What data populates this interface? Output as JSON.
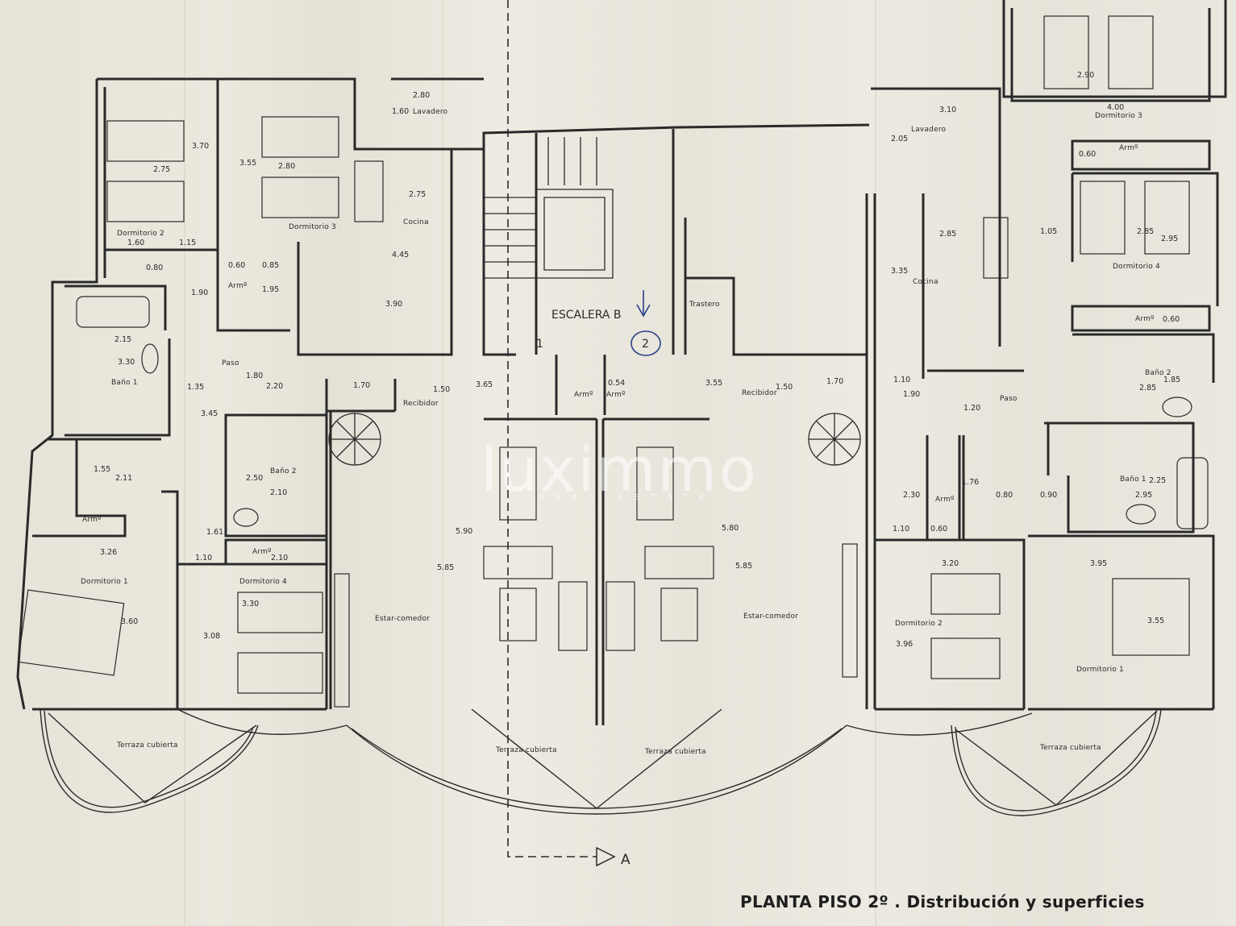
{
  "title": "PLANTA PISO 2º . Distribución y superficies",
  "watermark": {
    "brand": "luximmo",
    "tagline": "REAL ESTATE"
  },
  "stair": {
    "label": "ESCALERA B",
    "door_1": "1",
    "door_2": "2",
    "storage": "Trastero"
  },
  "section_marker": "A",
  "colors": {
    "paper": "#e9e6dc",
    "ink": "#2a2a2a",
    "handmark": "#2b3f8a"
  },
  "left_unit": {
    "rooms": [
      {
        "name": "Dormitorio 2",
        "dims": [
          "3.70",
          "2.75",
          "1.60",
          "1.15",
          "0.80"
        ]
      },
      {
        "name": "Dormitorio 3",
        "dims": [
          "3.55",
          "2.80"
        ]
      },
      {
        "name": "Lavadero",
        "dims": [
          "2.80",
          "1.60"
        ]
      },
      {
        "name": "Cocina",
        "dims": [
          "2.75",
          "4.45",
          "3.90"
        ]
      },
      {
        "name": "Armº",
        "dims": [
          "0.60",
          "0.85",
          "1.95"
        ]
      },
      {
        "name": "Baño 1",
        "dims": [
          "2.15",
          "3.30"
        ]
      },
      {
        "name": "Paso",
        "dims": [
          "1.90",
          "1.80",
          "1.35",
          "2.20",
          "3.45"
        ]
      },
      {
        "name": "Recibidor",
        "dims": [
          "1.70",
          "1.50",
          "3.65"
        ]
      },
      {
        "name": "Baño 2",
        "dims": [
          "2.50",
          "2.10"
        ]
      },
      {
        "name": "Armº (pasillo)",
        "dims": [
          "1.55",
          "2.11"
        ]
      },
      {
        "name": "Armº (dorm. 4)",
        "dims": [
          "2.10",
          "1.10",
          "1.61"
        ]
      },
      {
        "name": "Dormitorio 1",
        "dims": [
          "3.26",
          "3.60"
        ]
      },
      {
        "name": "Dormitorio 4",
        "dims": [
          "3.30",
          "3.08"
        ]
      },
      {
        "name": "Estar-comedor",
        "dims": [
          "5.90",
          "5.85"
        ]
      },
      {
        "name": "Terraza cubierta",
        "dims": []
      },
      {
        "name": "Terraza cubierta (salón)",
        "dims": []
      }
    ]
  },
  "right_unit": {
    "rooms": [
      {
        "name": "Dormitorio 3",
        "dims": [
          "2.90",
          "4.00",
          "0.60"
        ]
      },
      {
        "name": "Lavadero",
        "dims": [
          "3.10",
          "2.05"
        ]
      },
      {
        "name": "Cocina",
        "dims": [
          "2.85",
          "3.35"
        ]
      },
      {
        "name": "Dormitorio 4",
        "dims": [
          "1.05",
          "2.85",
          "2.95",
          "0.60"
        ]
      },
      {
        "name": "Baño 2",
        "dims": [
          "1.85",
          "2.85"
        ]
      },
      {
        "name": "Paso",
        "dims": [
          "1.10",
          "1.90",
          "1.20"
        ]
      },
      {
        "name": "Recibidor",
        "dims": [
          "3.55",
          "1.50",
          "1.70"
        ]
      },
      {
        "name": "Armº",
        "dims": [
          "0.54",
          "2.30",
          "1.76",
          "1.10",
          "0.60"
        ]
      },
      {
        "name": "Baño 1",
        "dims": [
          "2.25",
          "0.80",
          "0.90",
          "2.95"
        ]
      },
      {
        "name": "Estar-comedor",
        "dims": [
          "5.80",
          "5.85"
        ]
      },
      {
        "name": "Dormitorio 2",
        "dims": [
          "3.20",
          "3.96"
        ]
      },
      {
        "name": "Dormitorio 1",
        "dims": [
          "3.95",
          "3.55"
        ]
      },
      {
        "name": "Terraza cubierta",
        "dims": []
      },
      {
        "name": "Terraza cubierta (salón)",
        "dims": []
      }
    ]
  },
  "labels": {
    "l_dorm2": "Dormitorio 2",
    "l_dorm3": "Dormitorio 3",
    "l_lav": "Lavadero",
    "l_cocina": "Cocina",
    "l_arm": "Armº",
    "l_bano1": "Baño 1",
    "l_paso": "Paso",
    "l_recib": "Recibidor",
    "l_bano2": "Baño 2",
    "l_arm2": "Armº",
    "l_arm3": "Armº",
    "l_dorm1": "Dormitorio 1",
    "l_dorm4": "Dormitorio 4",
    "l_estar": "Estar-comedor",
    "l_terr1": "Terraza cubierta",
    "l_terr2": "Terraza cubierta",
    "r_dorm3": "Dormitorio 3",
    "r_lav": "Lavadero",
    "r_cocina": "Cocina",
    "r_dorm4": "Dormitorio 4",
    "r_arm1": "Armº",
    "r_arm2": "Armº",
    "r_bano2": "Baño 2",
    "r_paso": "Paso",
    "r_recib": "Recibidor",
    "r_arm3": "Armº",
    "r_bano1": "Baño 1",
    "r_estar": "Estar-comedor",
    "r_dorm2": "Dormitorio 2",
    "r_dorm1": "Dormitorio 1",
    "r_terr1": "Terraza cubierta",
    "r_terr2": "Terraza cubierta",
    "c_arm1": "Armº",
    "c_arm2": "Armº"
  },
  "dims": {
    "d1": "3.70",
    "d2": "2.75",
    "d3": "3.55",
    "d4": "2.80",
    "d5": "2.80",
    "d6": "1.60",
    "d7": "2.75",
    "d8": "1.60",
    "d9": "1.15",
    "d10": "0.80",
    "d11": "0.60",
    "d12": "0.85",
    "d13": "1.95",
    "d14": "4.45",
    "d15": "3.90",
    "d16": "1.90",
    "d17": "2.15",
    "d18": "3.30",
    "d19": "1.80",
    "d20": "1.35",
    "d21": "2.20",
    "d22": "1.70",
    "d23": "1.50",
    "d24": "3.65",
    "d25": "3.45",
    "d26": "2.50",
    "d27": "2.10",
    "d28": "1.55",
    "d29": "2.11",
    "d30": "1.61",
    "d31": "1.10",
    "d32": "2.10",
    "d33": "3.26",
    "d34": "3.60",
    "d35": "3.30",
    "d36": "3.08",
    "d37": "5.90",
    "d38": "5.85",
    "d39": "0.54",
    "e1": "3.10",
    "e2": "2.90",
    "e3": "4.00",
    "e4": "0.60",
    "e5": "2.05",
    "e6": "2.85",
    "e7": "1.05",
    "e8": "2.85",
    "e9": "2.95",
    "e10": "3.35",
    "e11": "0.60",
    "e12": "1.85",
    "e13": "2.85",
    "e14": "3.55",
    "e15": "1.50",
    "e16": "1.70",
    "e17": "1.10",
    "e18": "1.90",
    "e19": "1.20",
    "e20": "2.30",
    "e21": "1.76",
    "e22": "0.80",
    "e23": "0.90",
    "e24": "2.95",
    "e25": "2.25",
    "e26": "1.10",
    "e27": "0.60",
    "e28": "5.80",
    "e29": "5.85",
    "e30": "3.20",
    "e31": "3.95",
    "e32": "3.96",
    "e33": "3.55"
  }
}
